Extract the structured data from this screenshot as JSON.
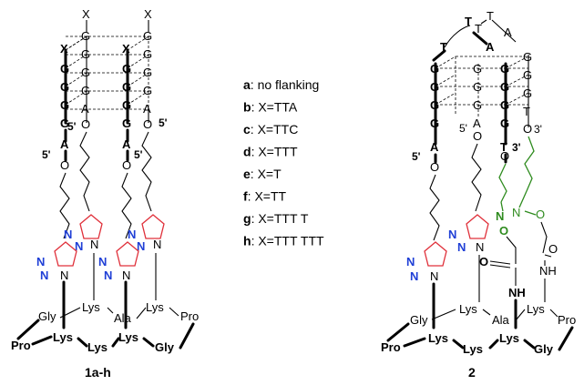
{
  "legend": [
    {
      "key": "a",
      "text": ": no flanking"
    },
    {
      "key": "b",
      "text": ": X=TTA"
    },
    {
      "key": "c",
      "text": ": X=TTC"
    },
    {
      "key": "d",
      "text": ": X=TTT"
    },
    {
      "key": "e",
      "text": ": X=T"
    },
    {
      "key": "f",
      "text": ": X=TT"
    },
    {
      "key": "g",
      "text": ": X=TTT T"
    },
    {
      "key": "h",
      "text": ": X=TTT TTT"
    }
  ],
  "structure1": {
    "caption": "1a-h",
    "bases": {
      "G": "G",
      "X": "X",
      "A": "A",
      "O": "O",
      "p5": "5'"
    },
    "peptide": {
      "gly": "Gly",
      "lys": "Lys",
      "ala": "Ala",
      "pro": "Pro"
    },
    "triazole": {
      "N": "N"
    }
  },
  "structure2": {
    "caption": "2",
    "bases": {
      "G": "G",
      "T": "T",
      "A": "A",
      "O": "O",
      "p5": "5'",
      "p3": "3'"
    },
    "peptide": {
      "gly": "Gly",
      "lys": "Lys",
      "ala": "Ala",
      "pro": "Pro",
      "nh": "NH"
    },
    "oxime": {
      "N": "N",
      "O": "O"
    }
  }
}
